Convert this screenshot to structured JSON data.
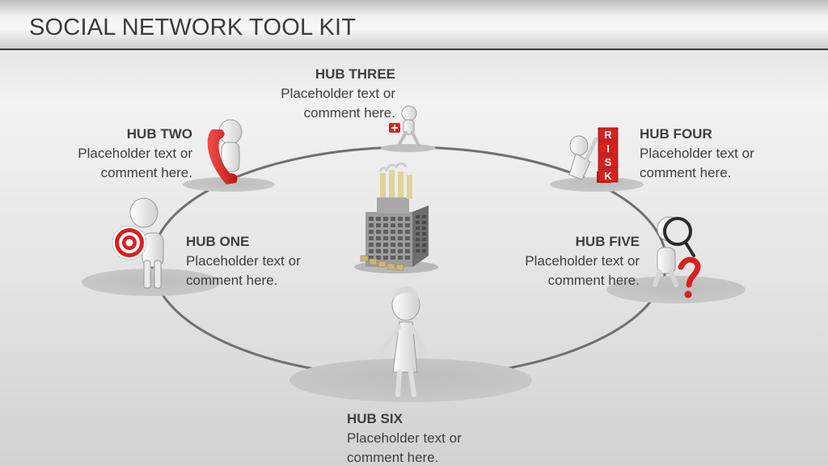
{
  "title": "SOCIAL NETWORK TOOL KIT",
  "hubs": [
    {
      "name": "HUB ONE",
      "line1": "Placeholder text or",
      "line2": "comment here.",
      "icon": "target-figure-icon"
    },
    {
      "name": "HUB TWO",
      "line1": "Placeholder text or",
      "line2": "comment here.",
      "icon": "telephone-figure-icon"
    },
    {
      "name": "HUB THREE",
      "line1": "Placeholder text or",
      "line2": "comment here.",
      "icon": "first-aid-runner-icon"
    },
    {
      "name": "HUB FOUR",
      "line1": "Placeholder text or",
      "line2": "comment here.",
      "icon": "risk-blocks-figure-icon"
    },
    {
      "name": "HUB FIVE",
      "line1": "Placeholder text or",
      "line2": "comment here.",
      "icon": "magnifier-question-figure-icon"
    },
    {
      "name": "HUB SIX",
      "line1": "Placeholder text or",
      "line2": "comment here.",
      "icon": "woman-figure-icon"
    }
  ],
  "risk_letters": [
    "R",
    "I",
    "S",
    "K"
  ],
  "center_icon": "factory-building-icon",
  "colors": {
    "accent": "#d8201f",
    "ring": "#6f6f6f",
    "figure": "#f4f4f4",
    "title": "#3b3b3b"
  }
}
